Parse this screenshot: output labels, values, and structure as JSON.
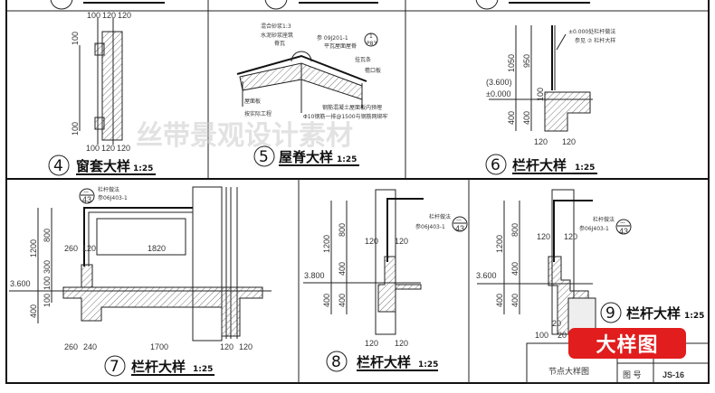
{
  "colors": {
    "line": "#222222",
    "badge": "#e11d1d",
    "watermark": "#cccccc"
  },
  "watermark": "丝带景观设计素材",
  "badge": "大样图",
  "panels": {
    "p4": {
      "num": "4",
      "title": "窗套大样",
      "scale": "1:25",
      "dims": [
        "100",
        "120",
        "120",
        "100",
        "100",
        "100",
        "120",
        "120"
      ]
    },
    "p5": {
      "num": "5",
      "title": "屋脊大样",
      "scale": "1:25",
      "notes": [
        "混合砂浆1:3",
        "水泥砂浆座筑",
        "脊瓦",
        "参 09J201-1",
        "平瓦屋面屋脊",
        "1",
        "P83",
        "屋面板",
        "挂瓦条",
        "檐口板",
        "按实际工程",
        "钢筋混凝土屋面板内预埋",
        "Φ10钢筋一排@1500与钢筋网绑牢"
      ]
    },
    "p6": {
      "num": "6",
      "title": "栏杆大样",
      "scale": "1:25",
      "dims": [
        "1050",
        "950",
        "(3.600)",
        "±0.000",
        "100",
        "400",
        "400",
        "120",
        "120"
      ],
      "notes": [
        "±0.000处栏杆做法",
        "参见 ⑦ 栏杆大样"
      ]
    },
    "p7": {
      "num": "7",
      "title": "栏杆大样",
      "scale": "1:25",
      "dims": [
        "1200",
        "800",
        "300",
        "100",
        "100",
        "400",
        "3.600",
        "260",
        "120",
        "1820",
        "260",
        "240",
        "1700",
        "120",
        "120"
      ],
      "ref": {
        "top": "—",
        "bottom": "43",
        "label": "栏杆做法",
        "std": "参06J403-1"
      }
    },
    "p8": {
      "num": "8",
      "title": "栏杆大样",
      "scale": "1:25",
      "dims": [
        "1200",
        "800",
        "400",
        "400",
        "400",
        "3.800",
        "120",
        "120",
        "120",
        "120"
      ],
      "ref": {
        "top": "—",
        "bottom": "43",
        "label": "栏杆做法",
        "std": "参06J403-1"
      }
    },
    "p9": {
      "num": "9",
      "title": "栏杆大样",
      "scale": "1:25",
      "dims": [
        "1200",
        "800",
        "400",
        "400",
        "400",
        "3.600",
        "120",
        "120",
        "100",
        "20",
        "20"
      ],
      "ref": {
        "top": "—",
        "bottom": "43",
        "label": "栏杆做法",
        "std": "参06J403-1"
      }
    }
  },
  "title_block": {
    "drawing_name": "节点大样图",
    "label_no": "图 号",
    "drawing_no": "JS-16"
  }
}
